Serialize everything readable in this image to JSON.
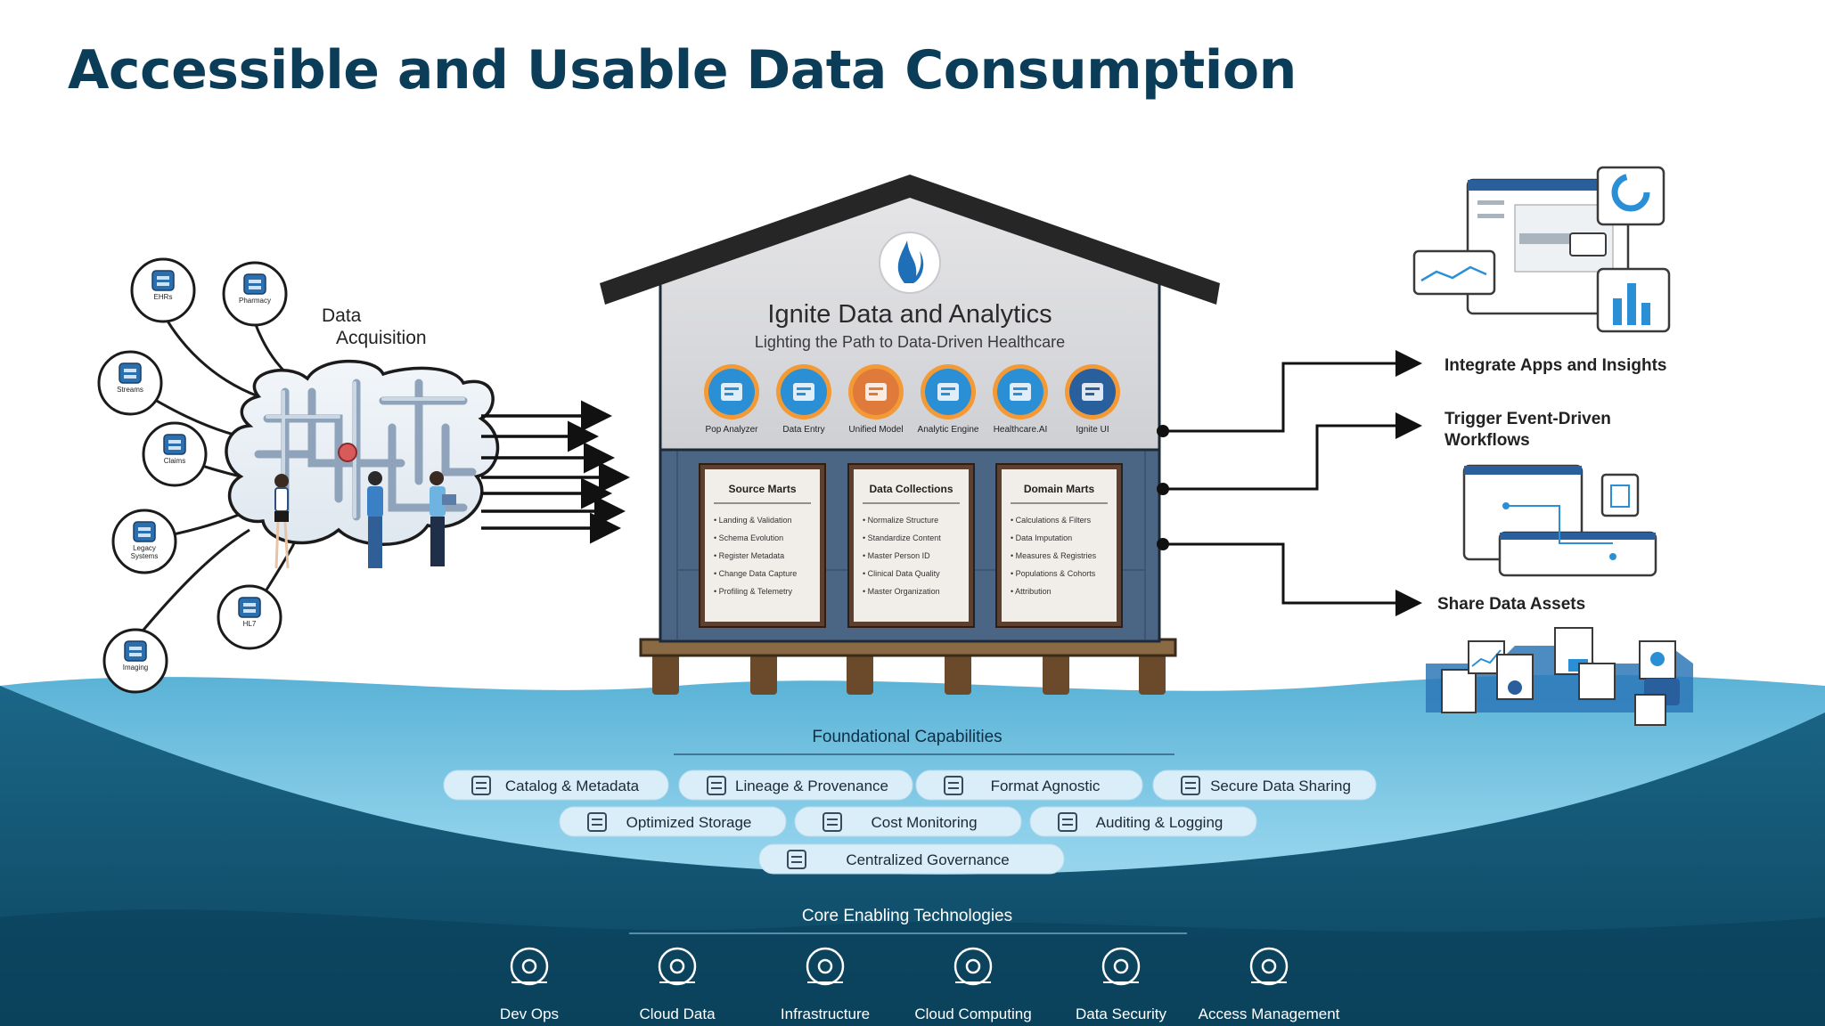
{
  "page": {
    "title": "Accessible and Usable Data Consumption"
  },
  "acquisition": {
    "label_line1": "Data",
    "label_line2": "Acquisition",
    "sources": [
      {
        "label": "EHRs",
        "icon": "database-icon"
      },
      {
        "label": "Pharmacy",
        "icon": "pill-bottle-icon"
      },
      {
        "label": "Streams",
        "icon": "hexagon-cluster-icon"
      },
      {
        "label": "Claims",
        "icon": "claim-document-icon"
      },
      {
        "label": "Legacy Systems",
        "icon": "layers-icon"
      },
      {
        "label": "HL7",
        "icon": "envelope-icon"
      },
      {
        "label": "Imaging",
        "icon": "image-icon"
      }
    ]
  },
  "house": {
    "title": "Ignite Data and Analytics",
    "subtitle": "Lighting the Path to Data-Driven Healthcare",
    "tools": [
      {
        "label": "Pop Analyzer",
        "icon": "pop-analyzer-icon"
      },
      {
        "label": "Data Entry",
        "icon": "data-entry-icon"
      },
      {
        "label": "Unified Model",
        "icon": "unified-model-icon"
      },
      {
        "label": "Analytic Engine",
        "icon": "analytic-engine-icon"
      },
      {
        "label": "Healthcare.AI",
        "icon": "ai-brain-icon"
      },
      {
        "label": "Ignite UI",
        "icon": "ui-gear-icon"
      }
    ],
    "panels": [
      {
        "title": "Source Marts",
        "items": [
          "Landing & Validation",
          "Schema Evolution",
          "Register Metadata",
          "Change Data Capture",
          "Profiling & Telemetry"
        ]
      },
      {
        "title": "Data Collections",
        "items": [
          "Normalize Structure",
          "Standardize Content",
          "Master Person ID",
          "Clinical Data Quality",
          "Master Organization"
        ]
      },
      {
        "title": "Domain Marts",
        "items": [
          "Calculations & Filters",
          "Data Imputation",
          "Measures & Registries",
          "Populations & Cohorts",
          "Attribution"
        ]
      }
    ]
  },
  "outputs": [
    {
      "line1": "Integrate Apps and Insights",
      "line2": ""
    },
    {
      "line1": "Trigger Event-Driven",
      "line2": "Workflows"
    },
    {
      "line1": "Share Data Assets",
      "line2": ""
    }
  ],
  "foundational": {
    "heading": "Foundational Capabilities",
    "items": [
      {
        "label": "Catalog & Metadata",
        "icon": "catalog-icon"
      },
      {
        "label": "Lineage & Provenance",
        "icon": "lineage-icon"
      },
      {
        "label": "Format Agnostic",
        "icon": "format-icon"
      },
      {
        "label": "Secure Data Sharing",
        "icon": "secure-share-icon"
      },
      {
        "label": "Optimized Storage",
        "icon": "storage-icon"
      },
      {
        "label": "Cost Monitoring",
        "icon": "cost-icon"
      },
      {
        "label": "Auditing & Logging",
        "icon": "audit-icon"
      },
      {
        "label": "Centralized Governance",
        "icon": "governance-icon"
      }
    ]
  },
  "core": {
    "heading": "Core Enabling Technologies",
    "items": [
      {
        "label": "Dev Ops",
        "icon": "gears-icon"
      },
      {
        "label": "Cloud Data",
        "icon": "cloud-database-icon"
      },
      {
        "label": "Infrastructure",
        "icon": "network-icon"
      },
      {
        "label": "Cloud Computing",
        "icon": "cloud-circuit-icon"
      },
      {
        "label": "Data Security",
        "icon": "shield-database-icon"
      },
      {
        "label": "Access Management",
        "icon": "cloud-key-icon"
      }
    ]
  },
  "colors": {
    "title": "#0b3d59",
    "sea_light": "#5bb8d8",
    "sea_deep": "#0e4e6a",
    "roof": "#262626",
    "house_top": "#d9dadd",
    "house_bottom": "#4b6684",
    "accent": "#1e8fd0"
  }
}
